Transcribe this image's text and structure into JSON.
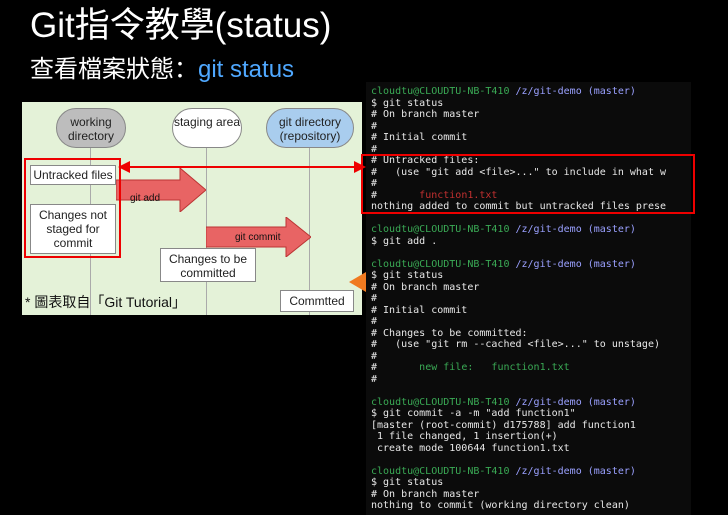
{
  "slide": {
    "title": "Git指令教學(status)",
    "subtitle_prefix": "查看檔案狀態：",
    "subtitle_cmd": "git status",
    "credit": "* 圖表取自「Git Tutorial」"
  },
  "diagram": {
    "lanes": [
      "working directory",
      "staging area",
      "git directory (repository)"
    ],
    "boxes": [
      "Untracked files",
      "Changes not staged for commit",
      "Changes to be committed",
      "Commtted"
    ],
    "arrows": [
      "git add",
      "git commit"
    ]
  },
  "terminal": {
    "lines": [
      {
        "segs": [
          {
            "t": "cloudtu@CLOUDTU-NB-T410 ",
            "c": "c-prompt"
          },
          {
            "t": "/z/git-demo (master)",
            "c": "c-path"
          }
        ]
      },
      {
        "segs": [
          {
            "t": "$ git status",
            "c": "c-white"
          }
        ]
      },
      {
        "segs": [
          {
            "t": "# On branch master",
            "c": "c-white"
          }
        ]
      },
      {
        "segs": [
          {
            "t": "#",
            "c": "c-white"
          }
        ]
      },
      {
        "segs": [
          {
            "t": "# Initial commit",
            "c": "c-white"
          }
        ]
      },
      {
        "segs": [
          {
            "t": "#",
            "c": "c-white"
          }
        ]
      },
      {
        "segs": [
          {
            "t": "# Untracked files:",
            "c": "c-white"
          }
        ]
      },
      {
        "segs": [
          {
            "t": "#   (use \"git add <file>...\" to include in what w",
            "c": "c-white"
          }
        ]
      },
      {
        "segs": [
          {
            "t": "#",
            "c": "c-white"
          }
        ]
      },
      {
        "segs": [
          {
            "t": "#       ",
            "c": "c-white"
          },
          {
            "t": "function1.txt",
            "c": "c-red"
          }
        ]
      },
      {
        "segs": [
          {
            "t": "nothing added to commit but untracked files prese",
            "c": "c-white"
          }
        ]
      },
      {
        "segs": [
          {
            "t": "",
            "c": "c-white"
          }
        ]
      },
      {
        "segs": [
          {
            "t": "cloudtu@CLOUDTU-NB-T410 ",
            "c": "c-prompt"
          },
          {
            "t": "/z/git-demo (master)",
            "c": "c-path"
          }
        ]
      },
      {
        "segs": [
          {
            "t": "$ git add .",
            "c": "c-white"
          }
        ]
      },
      {
        "segs": [
          {
            "t": "",
            "c": "c-white"
          }
        ]
      },
      {
        "segs": [
          {
            "t": "cloudtu@CLOUDTU-NB-T410 ",
            "c": "c-prompt"
          },
          {
            "t": "/z/git-demo (master)",
            "c": "c-path"
          }
        ]
      },
      {
        "segs": [
          {
            "t": "$ git status",
            "c": "c-white"
          }
        ]
      },
      {
        "segs": [
          {
            "t": "# On branch master",
            "c": "c-white"
          }
        ]
      },
      {
        "segs": [
          {
            "t": "#",
            "c": "c-white"
          }
        ]
      },
      {
        "segs": [
          {
            "t": "# Initial commit",
            "c": "c-white"
          }
        ]
      },
      {
        "segs": [
          {
            "t": "#",
            "c": "c-white"
          }
        ]
      },
      {
        "segs": [
          {
            "t": "# Changes to be committed:",
            "c": "c-white"
          }
        ]
      },
      {
        "segs": [
          {
            "t": "#   (use \"git rm --cached <file>...\" to unstage)",
            "c": "c-white"
          }
        ]
      },
      {
        "segs": [
          {
            "t": "#",
            "c": "c-white"
          }
        ]
      },
      {
        "segs": [
          {
            "t": "#       ",
            "c": "c-white"
          },
          {
            "t": "new file:   function1.txt",
            "c": "c-green"
          }
        ]
      },
      {
        "segs": [
          {
            "t": "#",
            "c": "c-white"
          }
        ]
      },
      {
        "segs": [
          {
            "t": "",
            "c": "c-white"
          }
        ]
      },
      {
        "segs": [
          {
            "t": "cloudtu@CLOUDTU-NB-T410 ",
            "c": "c-prompt"
          },
          {
            "t": "/z/git-demo (master)",
            "c": "c-path"
          }
        ]
      },
      {
        "segs": [
          {
            "t": "$ git commit -a -m \"add function1\"",
            "c": "c-white"
          }
        ]
      },
      {
        "segs": [
          {
            "t": "[master (root-commit) d175788] add function1",
            "c": "c-white"
          }
        ]
      },
      {
        "segs": [
          {
            "t": " 1 file changed, 1 insertion(+)",
            "c": "c-white"
          }
        ]
      },
      {
        "segs": [
          {
            "t": " create mode 100644 function1.txt",
            "c": "c-white"
          }
        ]
      },
      {
        "segs": [
          {
            "t": "",
            "c": "c-white"
          }
        ]
      },
      {
        "segs": [
          {
            "t": "cloudtu@CLOUDTU-NB-T410 ",
            "c": "c-prompt"
          },
          {
            "t": "/z/git-demo (master)",
            "c": "c-path"
          }
        ]
      },
      {
        "segs": [
          {
            "t": "$ git status",
            "c": "c-white"
          }
        ]
      },
      {
        "segs": [
          {
            "t": "# On branch master",
            "c": "c-white"
          }
        ]
      },
      {
        "segs": [
          {
            "t": "nothing to commit (working directory clean)",
            "c": "c-white"
          }
        ]
      }
    ]
  }
}
